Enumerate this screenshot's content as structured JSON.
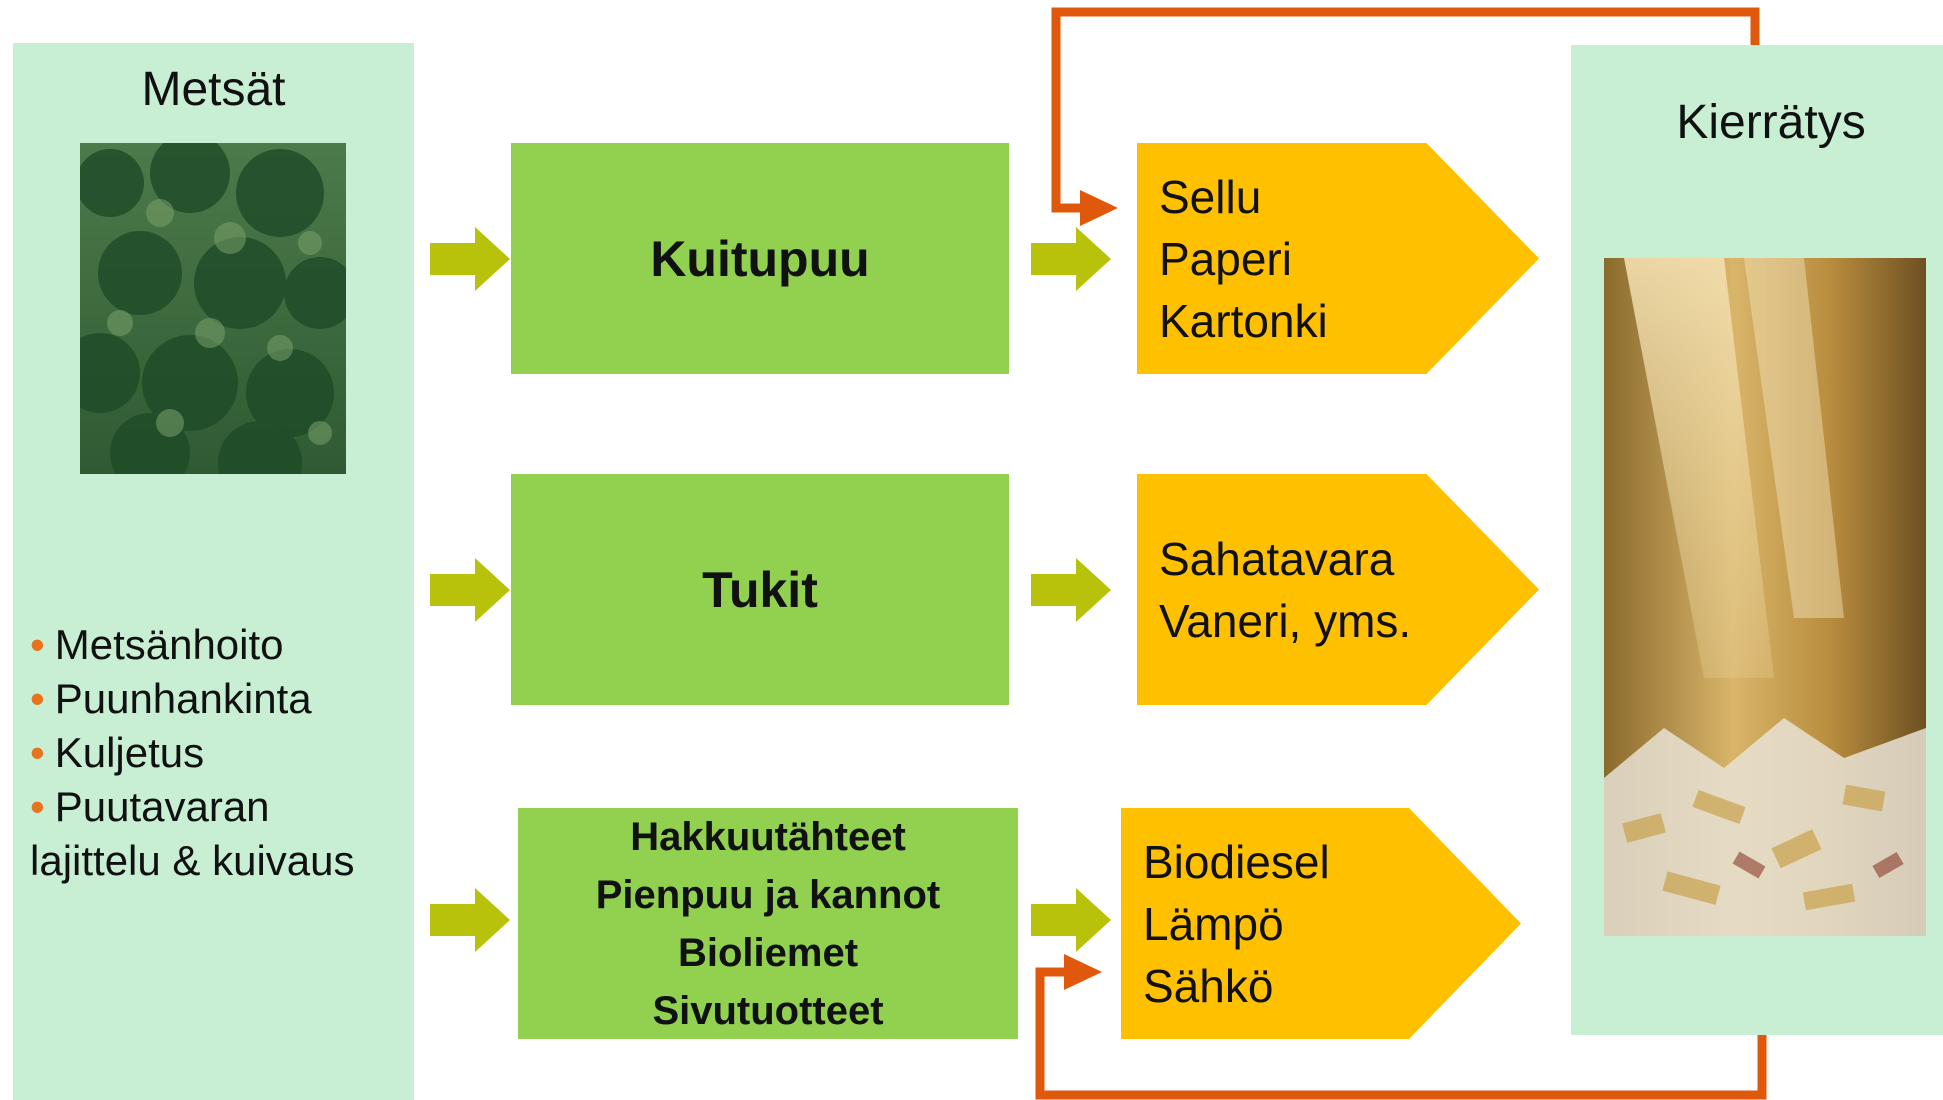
{
  "colors": {
    "panel": "#c8efd4",
    "raw_box": "#92d050",
    "product": "#ffc000",
    "small_arrow": "#b8c20a",
    "recycle_arrow": "#e0580b",
    "bullet": "#e8731c"
  },
  "forest": {
    "title": "Metsät",
    "activities": [
      "Metsänhoito",
      "Puunhankinta",
      "Kuljetus",
      "Puutavaran"
    ],
    "activities_continuation": "lajittelu & kuivaus"
  },
  "raw_materials": [
    {
      "lines": [
        "Kuitupuu"
      ]
    },
    {
      "lines": [
        "Tukit"
      ]
    },
    {
      "lines": [
        "Hakkuutähteet",
        "Pienpuu ja kannot",
        "Bioliemet",
        "Sivutuotteet"
      ]
    }
  ],
  "products": [
    {
      "lines": [
        "Sellu",
        "Paperi",
        "Kartonki"
      ]
    },
    {
      "lines": [
        "Sahatavara",
        "Vaneri, yms."
      ]
    },
    {
      "lines": [
        "Biodiesel",
        "Lämpö",
        "Sähkö"
      ]
    }
  ],
  "recycling": {
    "title": "Kierrätys"
  }
}
